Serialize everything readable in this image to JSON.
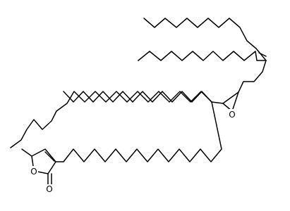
{
  "structure": {
    "atom_labels": {
      "epoxide_oxygen": "O",
      "ring_oxygen": "O",
      "carbonyl_oxygen": "O"
    },
    "colors": {
      "bond": "#000000",
      "label": "#000000",
      "background": "#ffffff"
    }
  }
}
